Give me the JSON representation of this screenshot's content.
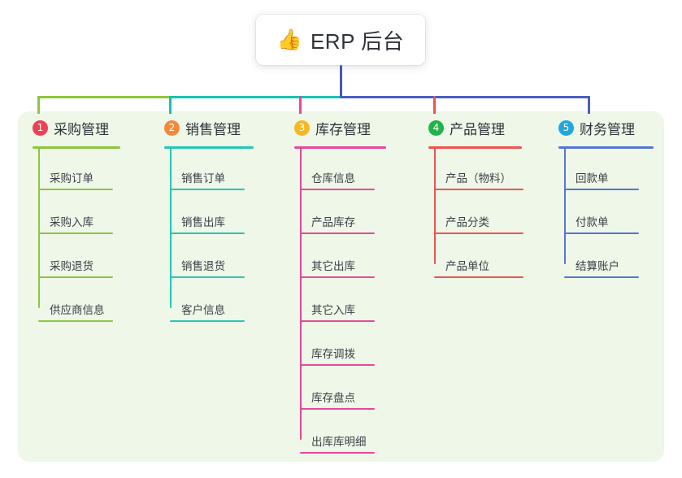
{
  "root": {
    "icon": "thumbs-up-icon",
    "emoji": "👍",
    "title": "ERP 后台"
  },
  "palette": {
    "panel_bg": "#eef7e8",
    "page_bg": "#ffffff",
    "text": "#2f3238",
    "leaf_text": "#3c4046",
    "root_stem": "#4a55b8",
    "bus_green": "#8cc63e",
    "bus_teal": "#15c3b0",
    "bus_blue": "#4a5fc1"
  },
  "columns": [
    {
      "number": "1",
      "title": "采购管理",
      "badge_color": "#ef4056",
      "line_color": "#8cc63e",
      "items": [
        "采购订单",
        "采购入库",
        "采购退货",
        "供应商信息"
      ]
    },
    {
      "number": "2",
      "title": "销售管理",
      "badge_color": "#f08a3c",
      "line_color": "#24c7b5",
      "items": [
        "销售订单",
        "销售出库",
        "销售退货",
        "客户信息"
      ]
    },
    {
      "number": "3",
      "title": "库存管理",
      "badge_color": "#f5b820",
      "line_color": "#e6489b",
      "items": [
        "仓库信息",
        "产品库存",
        "其它出库",
        "其它入库",
        "库存调拨",
        "库存盘点",
        "出库库明细"
      ]
    },
    {
      "number": "4",
      "title": "产品管理",
      "badge_color": "#21b24b",
      "line_color": "#ef5350",
      "items": [
        "产品（物料）",
        "产品分类",
        "产品单位"
      ]
    },
    {
      "number": "5",
      "title": "财务管理",
      "badge_color": "#21a7e0",
      "line_color": "#5576d6",
      "items": [
        "回款单",
        "付款单",
        "结算账户"
      ]
    }
  ]
}
